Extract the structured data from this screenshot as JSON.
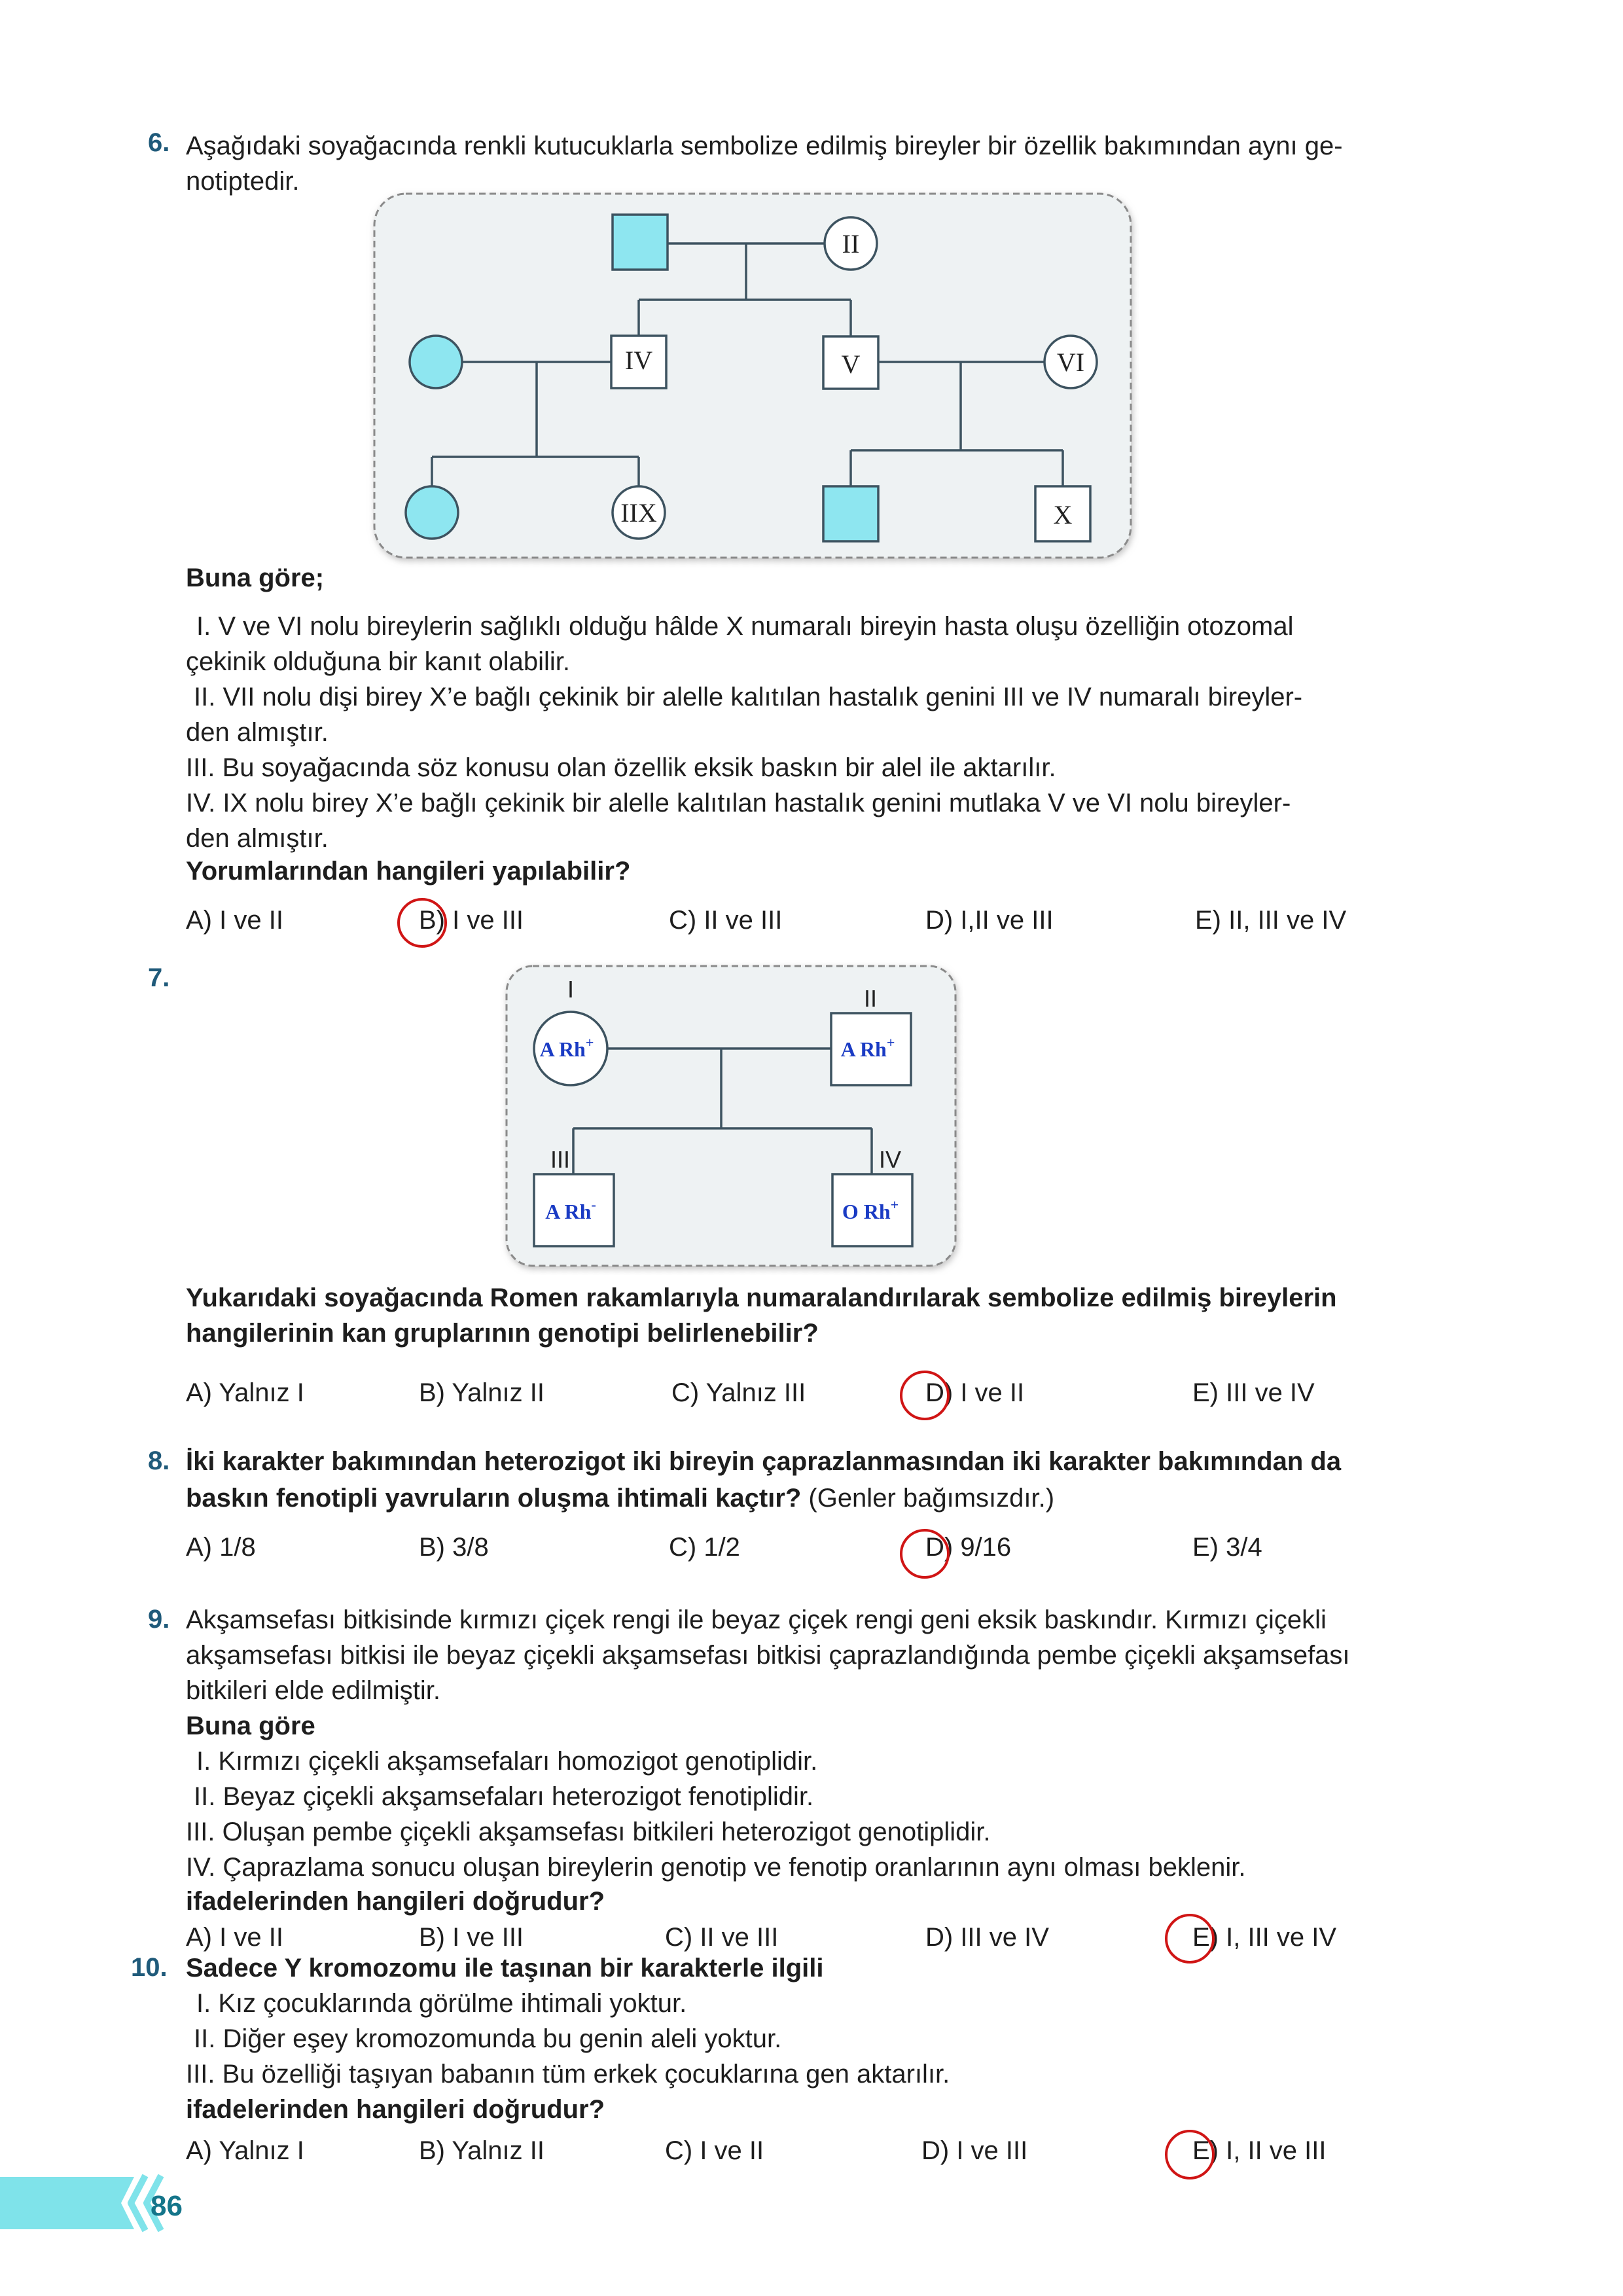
{
  "q6": {
    "number": "6.",
    "stem_line1": "Aşağıdaki soyağacında renkli kutucuklarla sembolize edilmiş bireyler bir özellik bakımından aynı ge-",
    "stem_line2": "notiptedir.",
    "pedigree_labels": {
      "II": "II",
      "IV": "IV",
      "V": "V",
      "VI": "VI",
      "IIX": "IIX",
      "X": "X"
    },
    "buna_gore": "Buna göre;",
    "statements": [
      "I. V ve VI nolu bireylerin sağlıklı olduğu hâlde X  numaralı bireyin hasta oluşu özelliğin otozomal",
      "çekinik olduğuna bir kanıt olabilir.",
      "II. VII nolu dişi birey X’e bağlı çekinik bir alelle kalıtılan hastalık genini III ve IV numaralı bireyler-",
      "den almıştır.",
      "III. Bu soyağacında söz konusu olan özellik eksik baskın bir alel ile aktarılır.",
      "IV. IX nolu birey X’e bağlı çekinik bir alelle kalıtılan hastalık genini mutlaka V ve VI nolu bireyler-",
      "den almıştır."
    ],
    "question": "Yorumlarından hangileri yapılabilir?",
    "options": [
      "A) I ve II",
      "B) I ve III",
      "C) II ve III",
      "D) I,II ve III",
      "E) II, III ve IV"
    ]
  },
  "q7": {
    "number": "7.",
    "pedigree": {
      "gen_I": "I",
      "gen_II": "II",
      "gen_III": "III",
      "gen_IV": "IV",
      "ind_I": "A Rh",
      "ind_I_sup": "+",
      "ind_II": "A Rh",
      "ind_II_sup": "+",
      "ind_III": "A Rh",
      "ind_III_sup": "-",
      "ind_IV": "O Rh",
      "ind_IV_sup": "+"
    },
    "question_line1": "Yukarıdaki soyağacında Romen rakamlarıyla numaralandırılarak sembolize edilmiş bireylerin",
    "question_line2": "hangilerinin kan gruplarının genotipi belirlenebilir?",
    "options": [
      "A) Yalnız I",
      "B) Yalnız II",
      "C) Yalnız III",
      "D) I ve II",
      "E) III ve IV"
    ]
  },
  "q8": {
    "number": "8.",
    "line1": "İki karakter bakımından heterozigot iki bireyin çaprazlanmasından iki karakter bakımından da",
    "line2_bold": "baskın fenotipli yavruların oluşma ihtimali kaçtır?",
    "line2_normal": " (Genler bağımsızdır.)",
    "options": [
      "A) 1/8",
      "B) 3/8",
      "C) 1/2",
      "D) 9/16",
      "E) 3/4"
    ]
  },
  "q9": {
    "number": "9.",
    "stem": [
      "Akşamsefası bitkisinde kırmızı çiçek rengi ile beyaz çiçek rengi geni eksik baskındır. Kırmızı çiçekli",
      "akşamsefası bitkisi ile beyaz çiçekli akşamsefası bitkisi çaprazlandığında pembe çiçekli akşamsefası",
      "bitkileri elde edilmiştir."
    ],
    "buna_gore": "Buna göre",
    "statements": [
      "I. Kırmızı çiçekli akşamsefaları homozigot genotiplidir.",
      "II. Beyaz çiçekli akşamsefaları heterozigot fenotiplidir.",
      "III. Oluşan pembe çiçekli akşamsefası bitkileri heterozigot genotiplidir.",
      "IV. Çaprazlama sonucu oluşan bireylerin genotip ve fenotip oranlarının aynı olması beklenir."
    ],
    "question": "ifadelerinden hangileri doğrudur?",
    "options": [
      "A) I ve II",
      "B) I ve III",
      "C) II ve III",
      "D) III ve IV",
      "E) I, III ve IV"
    ]
  },
  "q10": {
    "number": "10.",
    "stem": "Sadece Y kromozomu ile taşınan bir karakterle ilgili",
    "statements": [
      "I. Kız çocuklarında görülme ihtimali yoktur.",
      "II. Diğer eşey kromozomunda bu genin aleli yoktur.",
      "III. Bu özelliği taşıyan babanın tüm erkek çocuklarına gen aktarılır."
    ],
    "question": "ifadelerinden hangileri doğrudur?",
    "options": [
      "A) Yalnız I",
      "B) Yalnız II",
      "C) I ve II",
      "D) I ve III",
      "E) I, II ve III"
    ]
  },
  "page_number": "86",
  "colors": {
    "question_number": "#1f5a7a",
    "affected": "#8ee6f0",
    "answer_circle": "#d01515",
    "page_tab": "#7fe3ea"
  },
  "marked_answers": {
    "q6": "B",
    "q7": "D",
    "q8": "D",
    "q9": "E",
    "q10": "E"
  }
}
